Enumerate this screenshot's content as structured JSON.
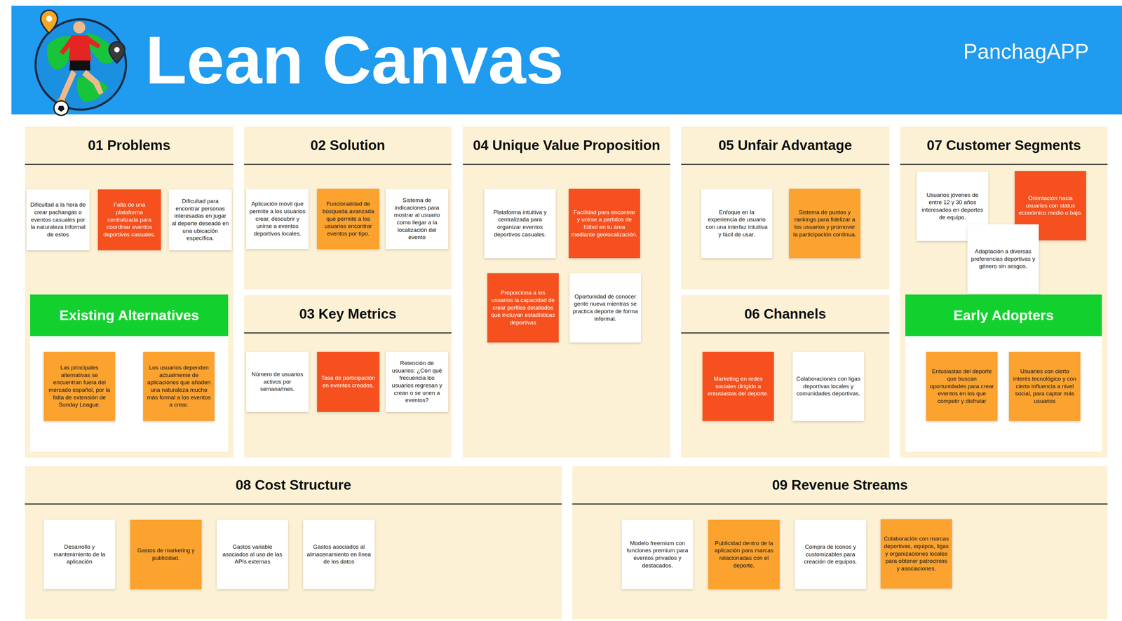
{
  "diagram": {
    "title": "Lean Canvas",
    "labels": [
      "PanchagAPP"
    ],
    "nodes": [
      {
        "text": [
          "01 Problems"
        ]
      },
      {
        "text": [
          "Dificultad a la hora de crear pachangas o eventos casuales por la naturaleza informal de estos"
        ],
        "in": 0
      },
      {
        "text": [
          "Falta de una plataforma centralizada para coordinar eventos deportivos casuales."
        ],
        "in": 0
      },
      {
        "text": [
          "Dificultad para encontrar personas interesadas en jugar al deporte deseado en una ubicación específica."
        ],
        "in": 0
      },
      {
        "text": [
          "Existing Alternatives"
        ],
        "in": 0
      },
      {
        "text": [
          "Las principales alternativas se encuentran fuera del mercado español, por la falta de extensión de Sunday League."
        ],
        "in": 4
      },
      {
        "text": [
          "Los usuarios dependen actualmente de aplicaciones que añaden una naturaleza mucho más formal a los eventos a crear."
        ],
        "in": 4
      },
      {
        "text": [
          "02 Solution"
        ]
      },
      {
        "text": [
          "Aplicación móvil que permite a los usuarios crear, descubrir y unirse a eventos deportivos locales."
        ],
        "in": 7
      },
      {
        "text": [
          "Funcionalidad de búsqueda avanzada que permite a los usuarios encontrar eventos por tipo."
        ],
        "in": 7
      },
      {
        "text": [
          "Sistema de indicaciones para mostrar al usuario como llegar a la localización del evento"
        ],
        "in": 7
      },
      {
        "text": [
          "03 Key Metrics"
        ]
      },
      {
        "text": [
          "Número de usuarios activos por semana/mes."
        ],
        "in": 11
      },
      {
        "text": [
          "Tasa de participación en eventos creados."
        ],
        "in": 11
      },
      {
        "text": [
          "Retención de usuarios: ¿Con qué frecuencia los usuarios regresan y crean o se unen a eventos?"
        ],
        "in": 11
      },
      {
        "text": [
          "04 Unique Value Proposition"
        ]
      },
      {
        "text": [
          "Plataforma intuitiva y centralizada para organizar eventos deportivos casuales."
        ],
        "in": 15
      },
      {
        "text": [
          "Facilidad para encontrar y unirse a partidos de fútbol en tu área mediante geolocalización."
        ],
        "in": 15
      },
      {
        "text": [
          "Proporciona a los usuarios la capacidad de crear perfiles detallados que incluyan estadísticas deportivas"
        ],
        "in": 15
      },
      {
        "text": [
          "Oportunidad de conocer gente nueva mientras se practica deporte de forma informal."
        ],
        "in": 15
      },
      {
        "text": [
          "05 Unfair Advantage"
        ]
      },
      {
        "text": [
          "Enfoque en la experiencia de usuario con una interfaz intuitiva y fácil de usar."
        ],
        "in": 20
      },
      {
        "text": [
          "Sistema de puntos y rankings para fidelizar a los usuarios y promover la participación continua."
        ],
        "in": 20
      },
      {
        "text": [
          "06 Channels"
        ]
      },
      {
        "text": [
          "Marketing en redes sociales dirigido a entusiastas del deporte."
        ],
        "in": 23
      },
      {
        "text": [
          "Colaboraciones con ligas deportivas locales y comunidades deportivas."
        ],
        "in": 23
      },
      {
        "text": [
          "07 Customer Segments"
        ]
      },
      {
        "text": [
          "Usuarios jóvenes de entre 12 y 30 años interesados en deportes de equipo."
        ],
        "in": 26
      },
      {
        "text": [
          "Orientación hacia usuarios con status económico medio o bajo."
        ],
        "in": 26
      },
      {
        "text": [
          "Adaptación a diversas preferencias deportivas y género sin sesgos."
        ],
        "in": 26
      },
      {
        "text": [
          "Early Adopters"
        ],
        "in": 26
      },
      {
        "text": [
          "Entusiastas del deporte que buscan oportunidades para crear eventos en los que competir y disfrutar"
        ],
        "in": 30
      },
      {
        "text": [
          "Usuarios con cierto interés tecnológico y con cierta influencia a nivel social, para captar más usuarios"
        ],
        "in": 30
      },
      {
        "text": [
          "08 Cost Structure"
        ]
      },
      {
        "text": [
          "Desarrollo y mantenimiento de la aplicación"
        ],
        "in": 33
      },
      {
        "text": [
          "Gastos de marketing y publicidad."
        ],
        "in": 33
      },
      {
        "text": [
          "Gastos variable asociados al uso de las APIs externas"
        ],
        "in": 33
      },
      {
        "text": [
          "Gastos asociados al almacenamiento en línea de los datos"
        ],
        "in": 33
      },
      {
        "text": [
          "09 Revenue Streams"
        ]
      },
      {
        "text": [
          "Modelo freemium con funciones premium para eventos privados y destacados."
        ],
        "in": 38
      },
      {
        "text": [
          "Publicidad dentro de la aplicación para marcas relacionadas con el deporte."
        ],
        "in": 38
      },
      {
        "text": [
          "Compra de iconos y customizables para creación de equipos."
        ],
        "in": 38
      },
      {
        "text": [
          "Colaboración con marcas deportivas, equipos, ligas y organizaciones locales para obtener patrocinios y asociaciones."
        ],
        "in": 38
      }
    ]
  }
}
